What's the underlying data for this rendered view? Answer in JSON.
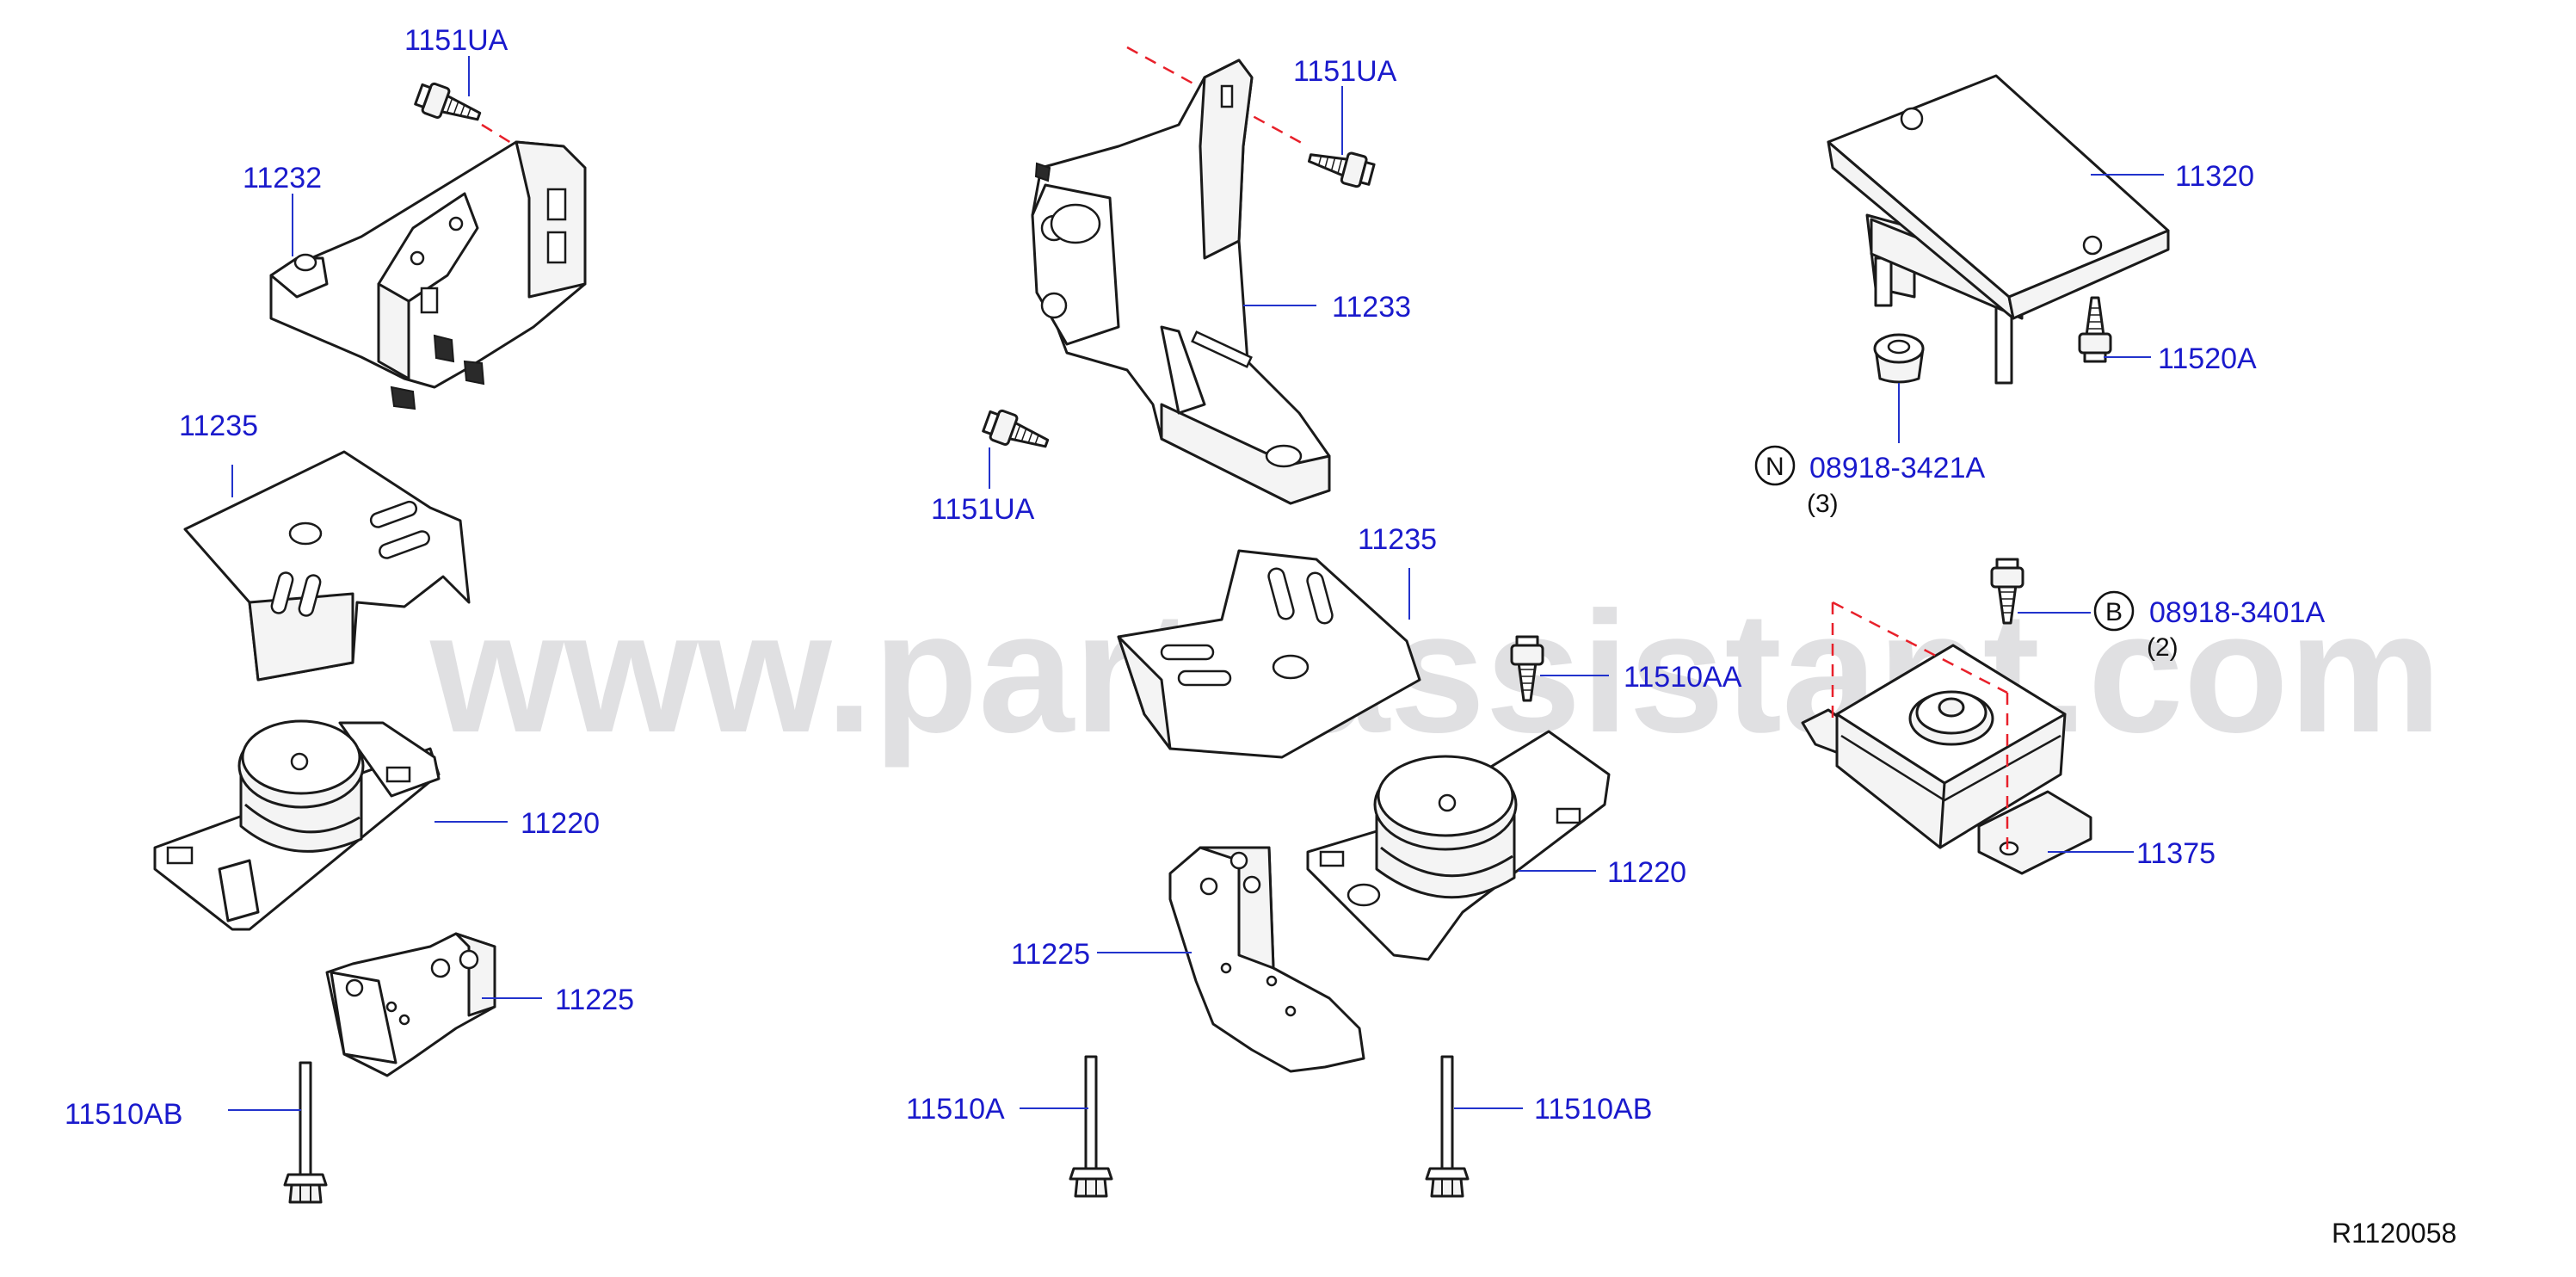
{
  "watermark": "www.partsassistant.com",
  "reference_code": "R1120058",
  "callouts": {
    "l_bolt_top": "1151UA",
    "l_bracket": "11232",
    "l_plate": "11235",
    "l_insulator": "11220",
    "l_small_bracket": "11225",
    "l_long_bolt": "11510AB",
    "c_bolt_top": "1151UA",
    "c_bracket": "11233",
    "c_bolt_left": "1151UA",
    "c_plate": "11235",
    "c_bolt_short": "11510AA",
    "c_insulator": "11220",
    "c_small_bracket": "11225",
    "c_long_bolt_left": "11510A",
    "c_long_bolt_right": "11510AB",
    "r_member": "11320",
    "r_bolt": "11520A",
    "r_nut_part": "08918-3421A",
    "r_nut_qty": "(3)",
    "r_nut_symbol": "N",
    "r_mount_bolt_part": "08918-3401A",
    "r_mount_bolt_qty": "(2)",
    "r_mount_bolt_symbol": "B",
    "r_mount": "11375"
  }
}
